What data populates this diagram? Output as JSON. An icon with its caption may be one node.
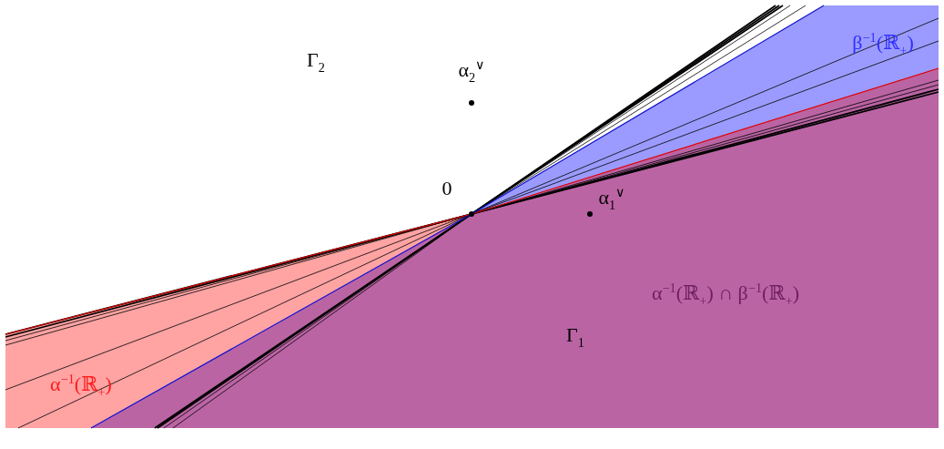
{
  "diagram": {
    "labels": [
      "Γ$_{2}$",
      "α$_{2}$$^{∨}$",
      "β$^{−1}$(ℝ$_{+}$)",
      "0",
      "α$_{1}$$^{∨}$",
      "α$^{−1}$(ℝ$_{+}$) ∩ β$^{−1}$(ℝ$_{+}$)",
      "Γ$_{1}$",
      "α$^{−1}$(ℝ$_{+}$)"
    ]
  }
}
